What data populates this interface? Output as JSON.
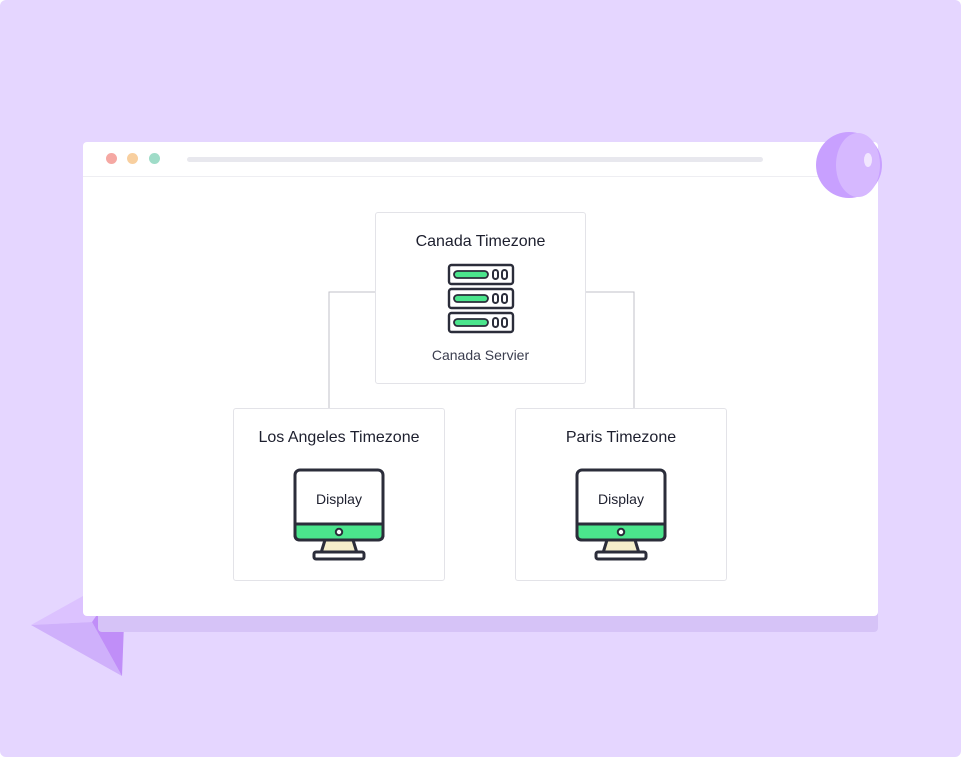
{
  "colors": {
    "background": "#e5d6ff",
    "accent_green": "#4be58c",
    "outline": "#2b2d3a",
    "stand_fill": "#f5eecb",
    "decor_purple": "#c79bff"
  },
  "browser": {
    "window_dots": [
      "red-dot",
      "yellow-dot",
      "green-dot"
    ]
  },
  "nodes": {
    "server": {
      "title": "Canada Timezone",
      "caption": "Canada Servier",
      "icon": "server-rack-icon"
    },
    "left_client": {
      "title": "Los Angeles Timezone",
      "screen_label": "Display",
      "icon": "monitor-icon"
    },
    "right_client": {
      "title": "Paris Timezone",
      "screen_label": "Display",
      "icon": "monitor-icon"
    }
  },
  "edges": [
    {
      "from": "Los Angeles Timezone",
      "to": "Canada Timezone"
    },
    {
      "from": "Paris Timezone",
      "to": "Canada Timezone"
    }
  ]
}
